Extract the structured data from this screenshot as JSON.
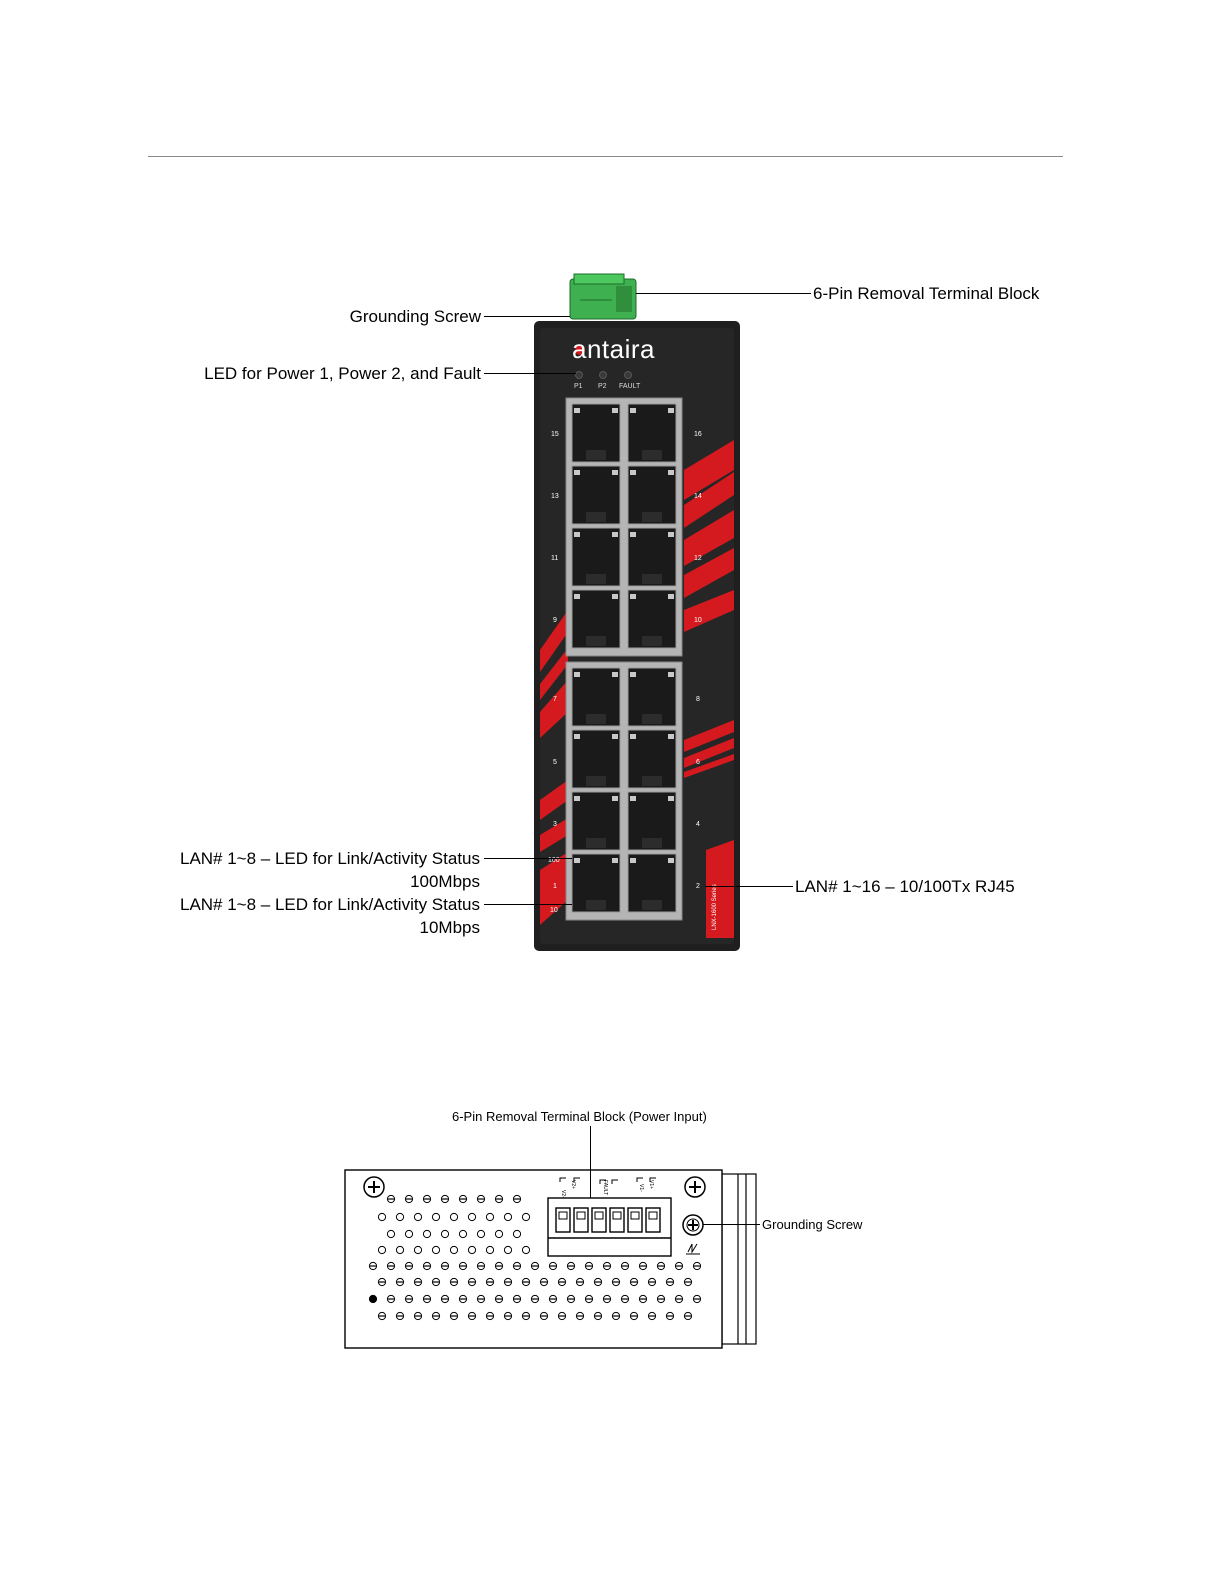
{
  "front_view": {
    "logo_text": "antaira",
    "led_labels": [
      "P1",
      "P2",
      "FAULT"
    ],
    "left_port_numbers": [
      "15",
      "13",
      "11",
      "9",
      "7",
      "5",
      "3",
      "1"
    ],
    "right_port_numbers": [
      "16",
      "14",
      "12",
      "10",
      "8",
      "6",
      "4",
      "2"
    ],
    "speed_labels": [
      "100",
      "10"
    ],
    "model_text": "LNX-1600 Series",
    "callouts": {
      "terminal_block": "6-Pin Removal Terminal Block",
      "grounding_screw": "Grounding Screw",
      "led_power": "LED for Power 1, Power 2, and Fault",
      "lan_100_line1": "LAN# 1~8 – LED for Link/Activity Status",
      "lan_100_line2": "100Mbps",
      "lan_10_line1": "LAN# 1~8 – LED for Link/Activity Status",
      "lan_10_line2": "10Mbps",
      "rj45": "LAN# 1~16 – 10/100Tx RJ45"
    }
  },
  "top_view": {
    "callouts": {
      "terminal_block": "6-Pin Removal Terminal Block (Power Input)",
      "grounding_screw": "Grounding Screw"
    },
    "pin_labels": [
      "V2-",
      "V2+",
      "FAULT",
      "V1-",
      "V1+"
    ]
  },
  "colors": {
    "housing": "#1f1f1f",
    "accent_red": "#d41a1f",
    "terminal_green": "#3fb050",
    "port_frame": "#b5b5b5"
  }
}
